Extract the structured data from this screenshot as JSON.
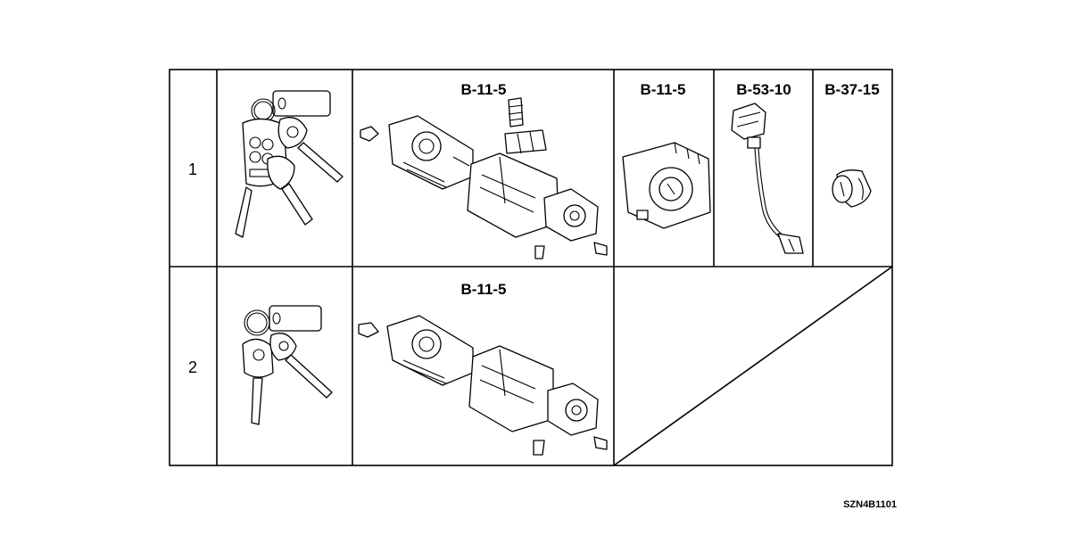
{
  "rows": [
    {
      "number": "1",
      "ref_labels": [
        "B-11-5",
        "B-11-5",
        "B-53-10",
        "B-37-15"
      ]
    },
    {
      "number": "2",
      "ref_labels": [
        "B-11-5"
      ]
    }
  ],
  "diagram_code": "SZN4B1101",
  "icons": [
    "key-set-icon",
    "ignition-lock-assembly-icon",
    "immobilizer-coil-icon",
    "wire-harness-icon",
    "lock-cylinder-icon"
  ]
}
